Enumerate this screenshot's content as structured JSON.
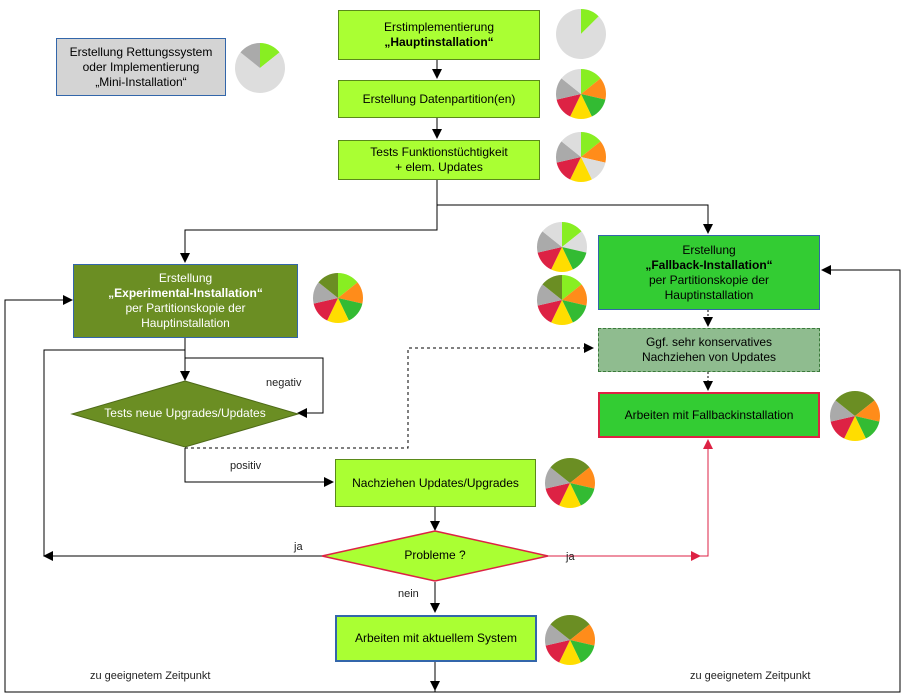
{
  "boxes": {
    "rescue": {
      "line1": "Erstellung Rettungssystem",
      "line2": "oder Implementierung",
      "line3": "„Mini-Installation“"
    },
    "first_impl": {
      "line1": "Erstimplementierung",
      "line2": "„Hauptinstallation“"
    },
    "data_partition": {
      "line1": "Erstellung Datenpartition(en)"
    },
    "tests_function": {
      "line1": "Tests Funktionstüchtigkeit",
      "line2": "+ elem. Updates"
    },
    "experimental": {
      "line1": "Erstellung",
      "line2": "„Experimental-Installation“",
      "line3": "per Partitionskopie der",
      "line4": "Hauptinstallation"
    },
    "fallback": {
      "line1": "Erstellung",
      "line2": "„Fallback-Installation“",
      "line3": "per Partitionskopie der",
      "line4": "Hauptinstallation"
    },
    "conservative": {
      "line1": "Ggf. sehr konservatives",
      "line2": "Nachziehen von Updates"
    },
    "work_fallback": {
      "line1": "Arbeiten mit Fallbackinstallation"
    },
    "pull_updates": {
      "line1": "Nachziehen Updates/Upgrades"
    },
    "work_current": {
      "line1": "Arbeiten mit aktuellem System"
    }
  },
  "diamonds": {
    "tests_new": "Tests neue Upgrades/Updates",
    "problems": "Probleme ?"
  },
  "labels": {
    "negativ": "negativ",
    "positiv": "positiv",
    "ja_left": "ja",
    "ja_right": "ja",
    "nein": "nein",
    "time_left": "zu geeignetem Zeitpunkt",
    "time_right": "zu geeignetem Zeitpunkt"
  },
  "colors": {
    "lime": "#aaff33",
    "green": "#33cc33",
    "olive": "#6b8e23",
    "gray_box": "#d4d4d4",
    "soft_green": "#8fbc8f",
    "red_line": "#dd2244",
    "blue_border": "#3366aa"
  }
}
